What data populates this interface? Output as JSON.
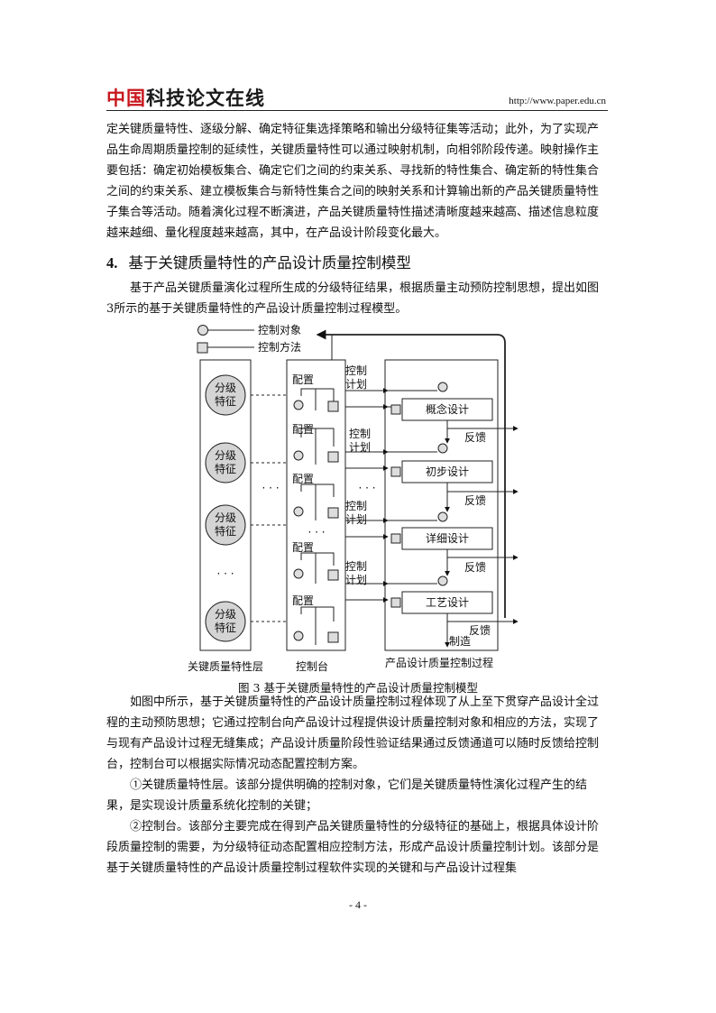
{
  "header": {
    "logo_part1": "中国",
    "logo_part2": "科技论文在线",
    "url": "http://www.paper.edu.cn"
  },
  "intro_paragraph": "定关键质量特性、逐级分解、确定特征集选择策略和输出分级特征集等活动；此外，为了实现产品生命周期质量控制的延续性，关键质量特性可以通过映射机制，向相邻阶段传递。映射操作主要包括：确定初始模板集合、确定它们之间的约束关系、寻找新的特性集合、确定新的特性集合之间的约束关系、建立模板集合与新特性集合之间的映射关系和计算输出新的产品关键质量特性子集合等活动。随着演化过程不断演进，产品关键质量特性描述清晰度越来越高、描述信息粒度越来越细、量化程度越来越高，其中，在产品设计阶段变化最大。",
  "section": {
    "number": "4.",
    "title": "基于关键质量特性的产品设计质量控制模型"
  },
  "section_intro": "基于产品关键质量演化过程所生成的分级特征结果，根据质量主动预防控制思想，提出如图 3所示的基于关键质量特性的产品设计质量控制过程模型。",
  "figure": {
    "legend": {
      "control_object": "控制对象",
      "control_method": "控制方法"
    },
    "feature_label_line1": "分级",
    "feature_label_line2": "特征",
    "config_label": "配置",
    "plan_line1": "控制",
    "plan_line2": "计划",
    "feedback_label": "反馈",
    "ellipsis": "· · ·",
    "stages": [
      "概念设计",
      "初步设计",
      "详细设计",
      "工艺设计"
    ],
    "manufacture_label": "制造",
    "layer_labels": {
      "left": "关键质量特性层",
      "middle": "控制台",
      "right": "产品设计质量控制过程"
    }
  },
  "caption": "图  3  基于关键质量特性的产品设计质量控制模型",
  "body_paragraphs": [
    "如图中所示，基于关键质量特性的产品设计质量控制过程体现了从上至下贯穿产品设计全过程的主动预防思想；它通过控制台向产品设计过程提供设计质量控制对象和相应的方法，实现了与现有产品设计过程无缝集成；产品设计质量阶段性验证结果通过反馈通道可以随时反馈给控制台，控制台可以根据实际情况动态配置控制方案。",
    "①关键质量特性层。该部分提供明确的控制对象，它们是关键质量特性演化过程产生的结果，是实现设计质量系统化控制的关键；",
    "②控制台。该部分主要完成在得到产品关键质量特性的分级特征的基础上，根据具体设计阶段质量控制的需要，为分级特征动态配置相应控制方法，形成产品设计质量控制计划。该部分是基于关键质量特性的产品设计质量控制过程软件实现的关键和与产品设计过程集"
  ],
  "page_number": "- 4 -"
}
